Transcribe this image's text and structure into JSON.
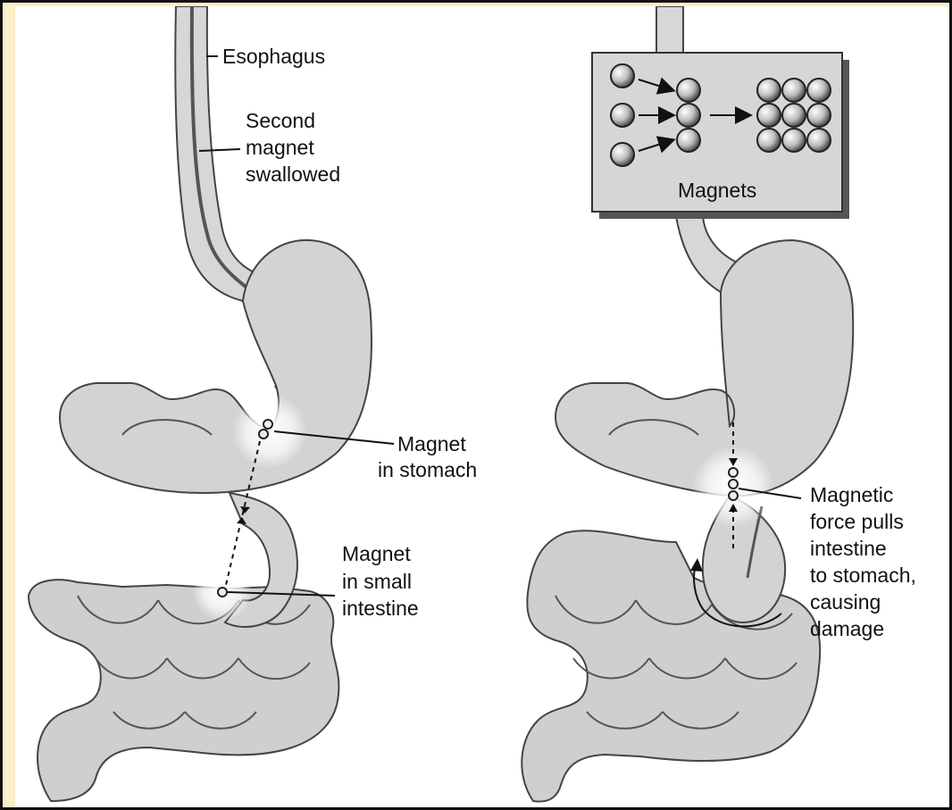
{
  "labels": {
    "esophagus": "Esophagus",
    "second_magnet": [
      "Second",
      "magnet",
      "swallowed"
    ],
    "magnet_in_stomach": [
      "Magnet",
      "in stomach"
    ],
    "magnet_in_small_intestine": [
      "Magnet",
      "in small",
      "intestine"
    ],
    "magnets_box": "Magnets",
    "magnetic_force": [
      "Magnetic",
      "force pulls",
      "intestine",
      "to stomach,",
      "causing",
      "damage"
    ]
  },
  "colors": {
    "page_border": "#fbeecb",
    "organ_fill": "#d3d3d3",
    "organ_stroke": "#444444",
    "box_fill": "#d6d6d6",
    "glow": "#ffffff",
    "text": "#111111"
  }
}
